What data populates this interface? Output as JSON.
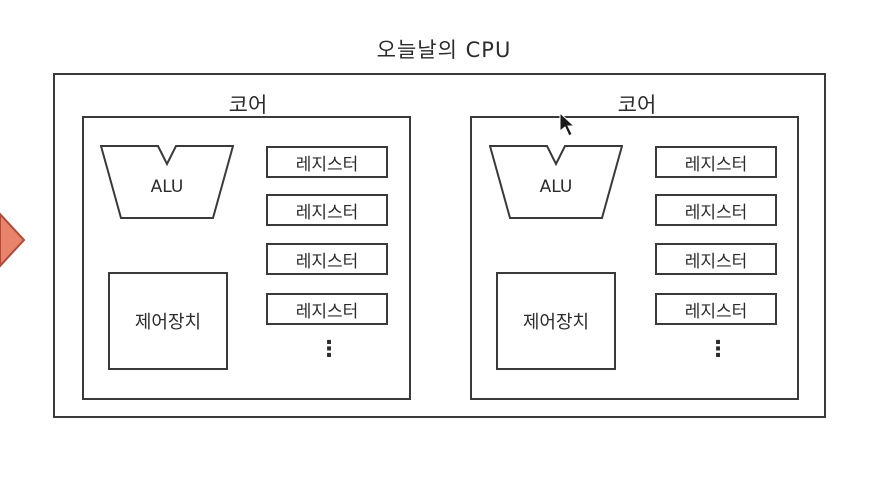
{
  "title": "오늘날의 CPU",
  "cores": [
    {
      "label": "코어",
      "alu": "ALU",
      "control_unit": "제어장치",
      "registers": [
        "레지스터",
        "레지스터",
        "레지스터",
        "레지스터"
      ],
      "ellipsis": "⋮"
    },
    {
      "label": "코어",
      "alu": "ALU",
      "control_unit": "제어장치",
      "registers": [
        "레지스터",
        "레지스터",
        "레지스터",
        "레지스터"
      ],
      "ellipsis": "⋮"
    }
  ],
  "colors": {
    "line": "#3a3a3a",
    "arrow_fill": "#e8836c",
    "arrow_stroke": "#b24a36"
  }
}
